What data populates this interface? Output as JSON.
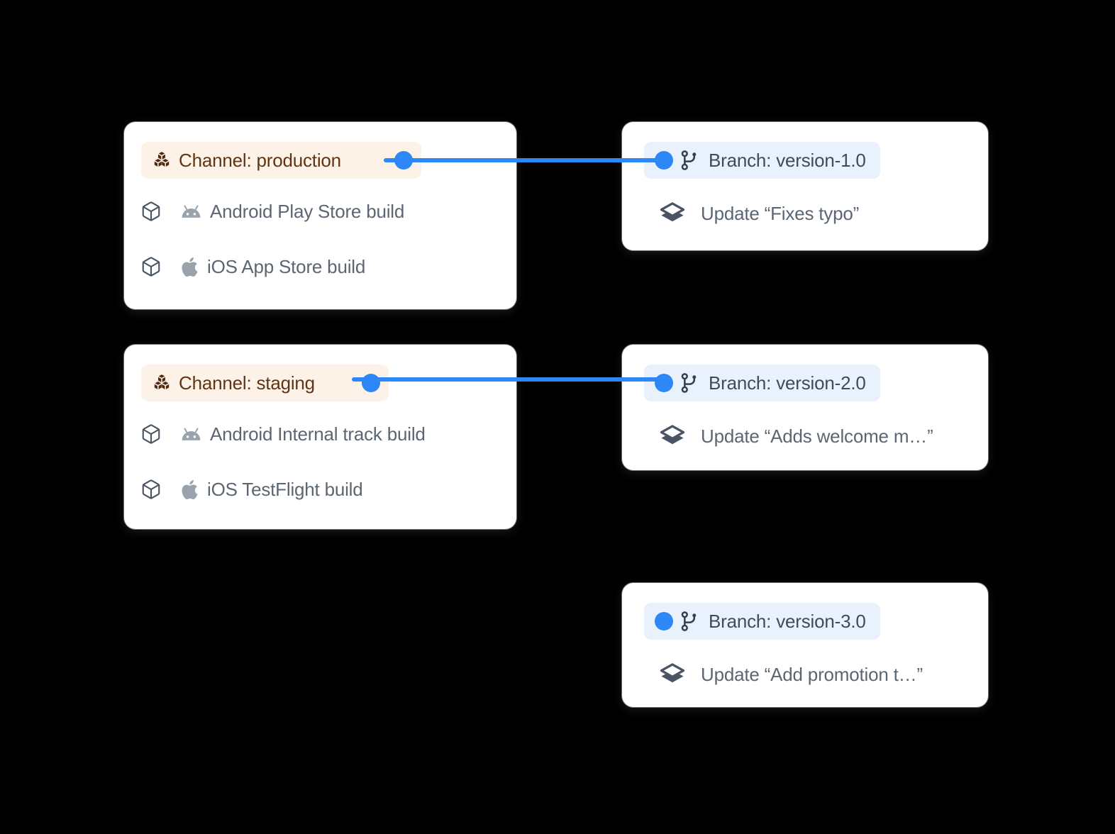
{
  "colors": {
    "accent-blue": "#2e87f6",
    "peach": "#fdf2e8",
    "brown": "#613413",
    "brown-icon": "#4f2a10",
    "lightblue": "#e9f1fc",
    "slate-dark": "#414b58",
    "gray-text": "#5c6672",
    "icon-slate": "#4a5563",
    "icon-light-gray": "#9aa2ab"
  },
  "channels": [
    {
      "label": "Channel: production",
      "builds": [
        {
          "platform": "android",
          "label": "Android Play Store build"
        },
        {
          "platform": "ios",
          "label": "iOS App Store build"
        }
      ],
      "connects_to": "Branch: version-1.0"
    },
    {
      "label": "Channel: staging",
      "builds": [
        {
          "platform": "android",
          "label": "Android Internal track build"
        },
        {
          "platform": "ios",
          "label": "iOS TestFlight build"
        }
      ],
      "connects_to": "Branch: version-2.0"
    }
  ],
  "branches": [
    {
      "label": "Branch: version-1.0",
      "update": "Update “Fixes typo”"
    },
    {
      "label": "Branch: version-2.0",
      "update": "Update “Adds welcome m…”"
    },
    {
      "label": "Branch: version-3.0",
      "update": "Update “Add promotion t…”"
    }
  ]
}
